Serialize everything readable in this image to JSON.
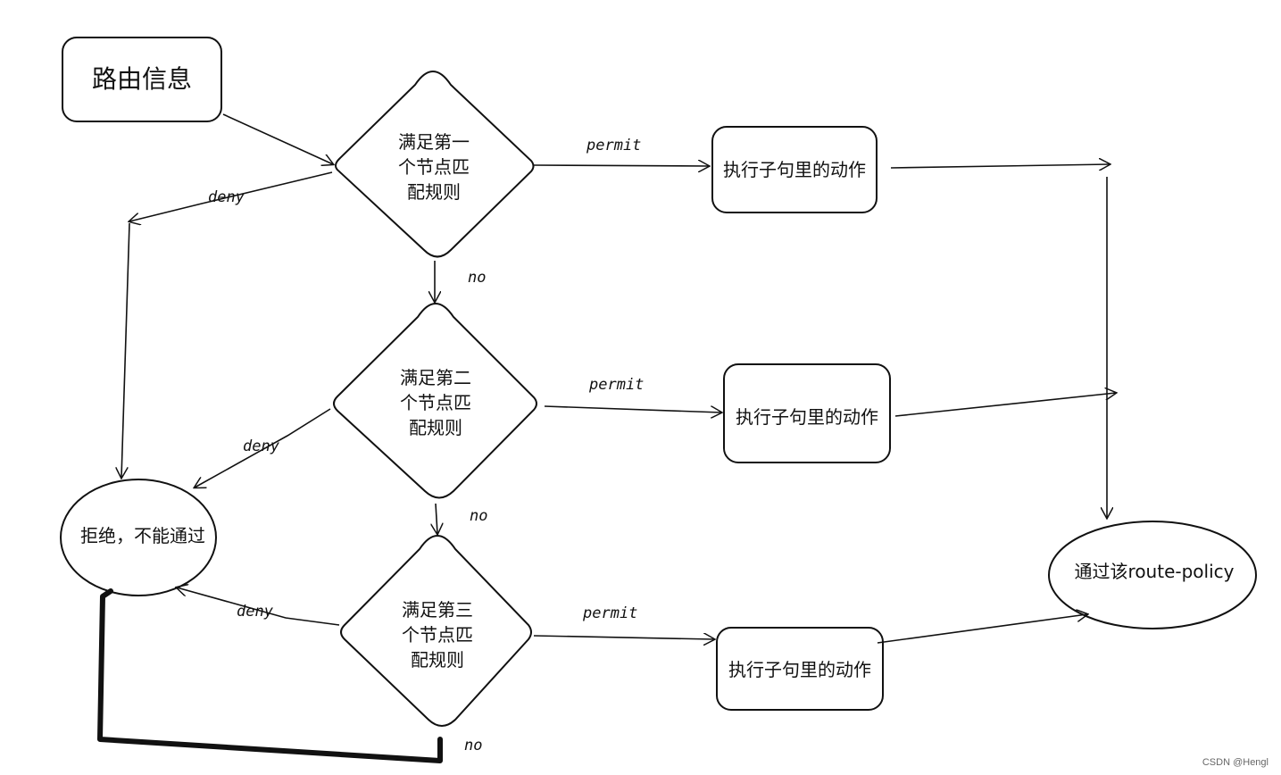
{
  "nodes": {
    "route_info": "路由信息",
    "match1": [
      "满足第一",
      "个节点匹",
      "配规则"
    ],
    "match2": [
      "满足第二",
      "个节点匹",
      "配规则"
    ],
    "match3": [
      "满足第三",
      "个节点匹",
      "配规则"
    ],
    "action1": "执行子句里的动作",
    "action2": "执行子句里的动作",
    "action3": "执行子句里的动作",
    "deny_node": "拒绝，不能通过",
    "pass_node": "通过该route-policy"
  },
  "edges": {
    "permit1": "permit",
    "permit2": "permit",
    "permit3": "permit",
    "deny1": "deny",
    "deny2": "deny",
    "deny3": "deny",
    "no1": "no",
    "no2": "no",
    "no3": "no"
  },
  "watermark": "CSDN @Hengl"
}
